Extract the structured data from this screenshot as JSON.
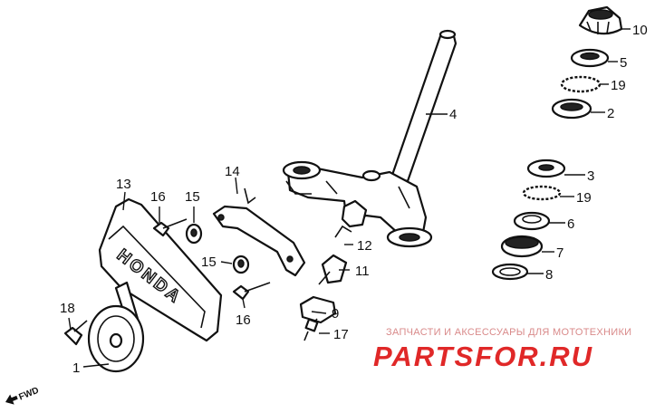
{
  "labels": {
    "l1": "1",
    "l2": "2",
    "l3": "3",
    "l4": "4",
    "l5": "5",
    "l6": "6",
    "l7": "7",
    "l8": "8",
    "l9": "9",
    "l10": "10",
    "l11": "11",
    "l12": "12",
    "l13": "13",
    "l14": "14",
    "l15a": "15",
    "l15b": "15",
    "l16a": "16",
    "l16b": "16",
    "l17": "17",
    "l18": "18",
    "l19a": "19",
    "l19b": "19"
  },
  "emblem_text": "HONDA",
  "fwd": "FWD",
  "watermark": {
    "subtitle": "ЗАПЧАСТИ И АКСЕССУАРЫ ДЛЯ МОТОТЕХНИКИ",
    "brand": "PARTSFOR.RU",
    "brand_color": "#e02828"
  }
}
